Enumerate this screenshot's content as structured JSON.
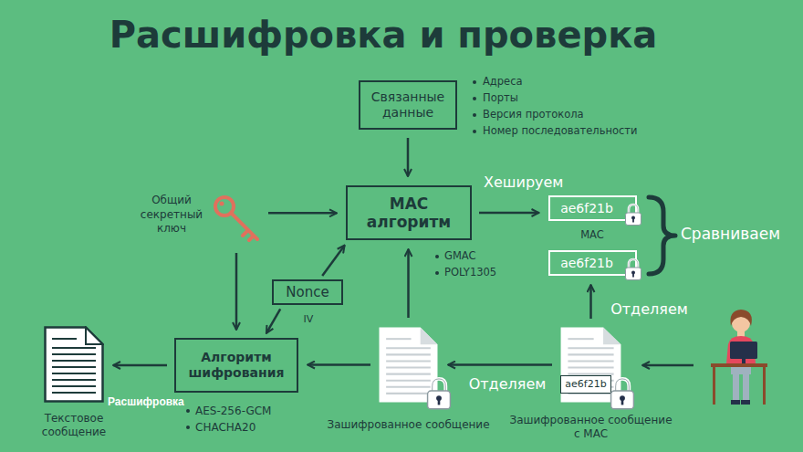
{
  "diagram": {
    "title": "Расшифровка и проверка",
    "nodes": [
      {
        "text": [
          "Связанные данные"
        ]
      },
      {
        "text": [
          "Общий секретный ключ"
        ]
      },
      {
        "text": [
          "MAC алгоритм"
        ]
      },
      {
        "text": [
          "ae6f21b"
        ]
      },
      {
        "text": [
          "ae6f21b"
        ]
      },
      {
        "text": [
          "Nonce"
        ]
      },
      {
        "text": [
          "Текстовое сообщение"
        ]
      },
      {
        "text": [
          "Алгоритм шифрования"
        ]
      },
      {
        "text": [
          "Зашифрованное сообщение"
        ]
      },
      {
        "text": [
          "Зашифрованное сообщение с MAC"
        ]
      },
      {
        "text": [
          "ae6f21b"
        ],
        "in": 9
      }
    ],
    "edges": [
      {
        "from": 0,
        "to": 2,
        "arrow": "to"
      },
      {
        "from": 1,
        "to": 2,
        "arrow": "to"
      },
      {
        "from": 2,
        "to": 3,
        "arrow": "to",
        "label": "Хешируем"
      },
      {
        "from": 1,
        "to": 7,
        "arrow": "to"
      },
      {
        "from": 5,
        "to": 2,
        "arrow": "to"
      },
      {
        "from": 5,
        "to": 7,
        "arrow": "to"
      },
      {
        "from": 8,
        "to": 2,
        "arrow": "to"
      },
      {
        "from": 8,
        "to": 7,
        "arrow": "to"
      },
      {
        "from": 7,
        "to": 6,
        "arrow": "to"
      },
      {
        "from": 9,
        "to": 8,
        "arrow": "to",
        "label": "Отделяем"
      },
      {
        "from": 9,
        "to": 4,
        "arrow": "to",
        "label": "Отделяем"
      }
    ],
    "labels": [
      "Адреса",
      "Порты",
      "Версия протокола",
      "Номер последовательности",
      "MAC",
      "Сравниваем",
      "IV",
      "GMAC",
      "POLY1305",
      "AES-256-GCM",
      "CHACHA20",
      "Расшифровка"
    ]
  }
}
